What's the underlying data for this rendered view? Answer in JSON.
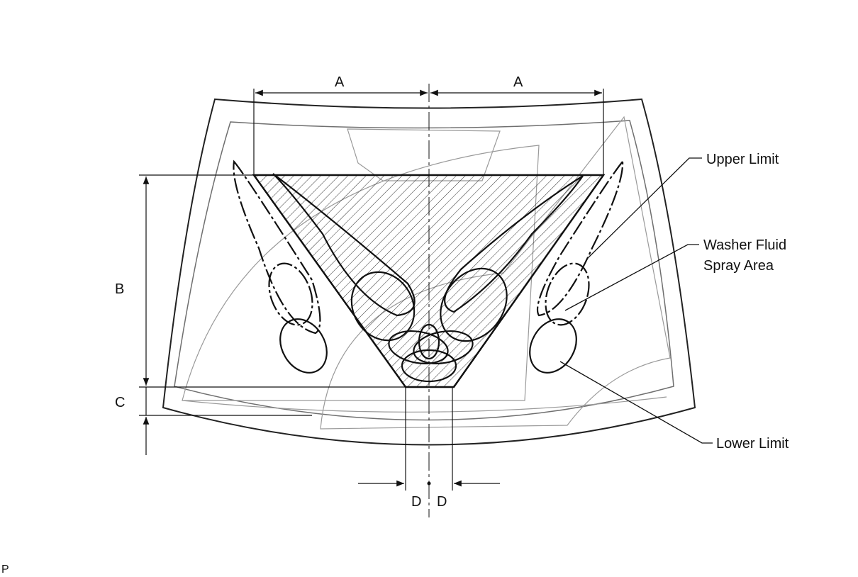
{
  "dimensions": {
    "a_left": "A",
    "a_right": "A",
    "b": "B",
    "c": "C",
    "d_left": "D",
    "d_right": "D"
  },
  "callouts": {
    "upper_limit": "Upper Limit",
    "spray_area_line1": "Washer Fluid",
    "spray_area_line2": "Spray Area",
    "lower_limit": "Lower Limit"
  },
  "corner_mark": "P",
  "colors": {
    "ink": "#111111",
    "glass_outline": "#6f6f6f",
    "light_line": "#9a9a9a"
  }
}
